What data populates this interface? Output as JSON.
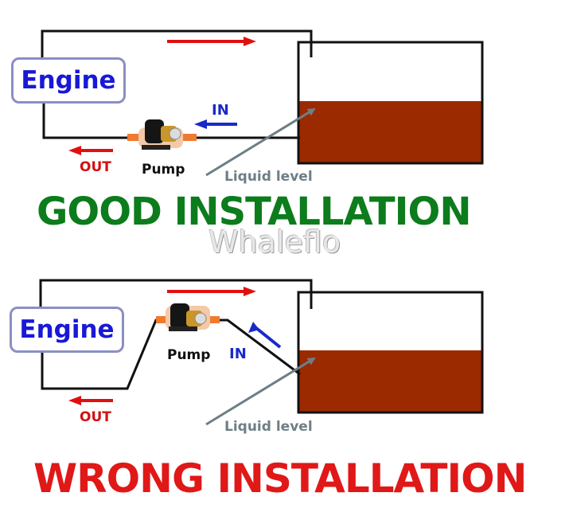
{
  "good": {
    "engine_label": "Engine",
    "out_label": "OUT",
    "in_label": "IN",
    "pump_label": "Pump",
    "liquid_label": "Liquid level",
    "title": "GOOD INSTALLATION"
  },
  "watermark": "Whaleflo",
  "wrong": {
    "engine_label": "Engine",
    "out_label": "OUT",
    "in_label": "IN",
    "pump_label": "Pump",
    "liquid_label": "Liquid level",
    "title": "WRONG INSTALLATION"
  },
  "colors": {
    "liquid": "#9b2a00",
    "pipe": "#111111",
    "flow_arrow_red": "#e01010",
    "flow_arrow_blue": "#1a2ac8",
    "pointer_arrow": "#6e7e86",
    "good_title": "#0c7c1c",
    "wrong_title": "#e01818"
  }
}
